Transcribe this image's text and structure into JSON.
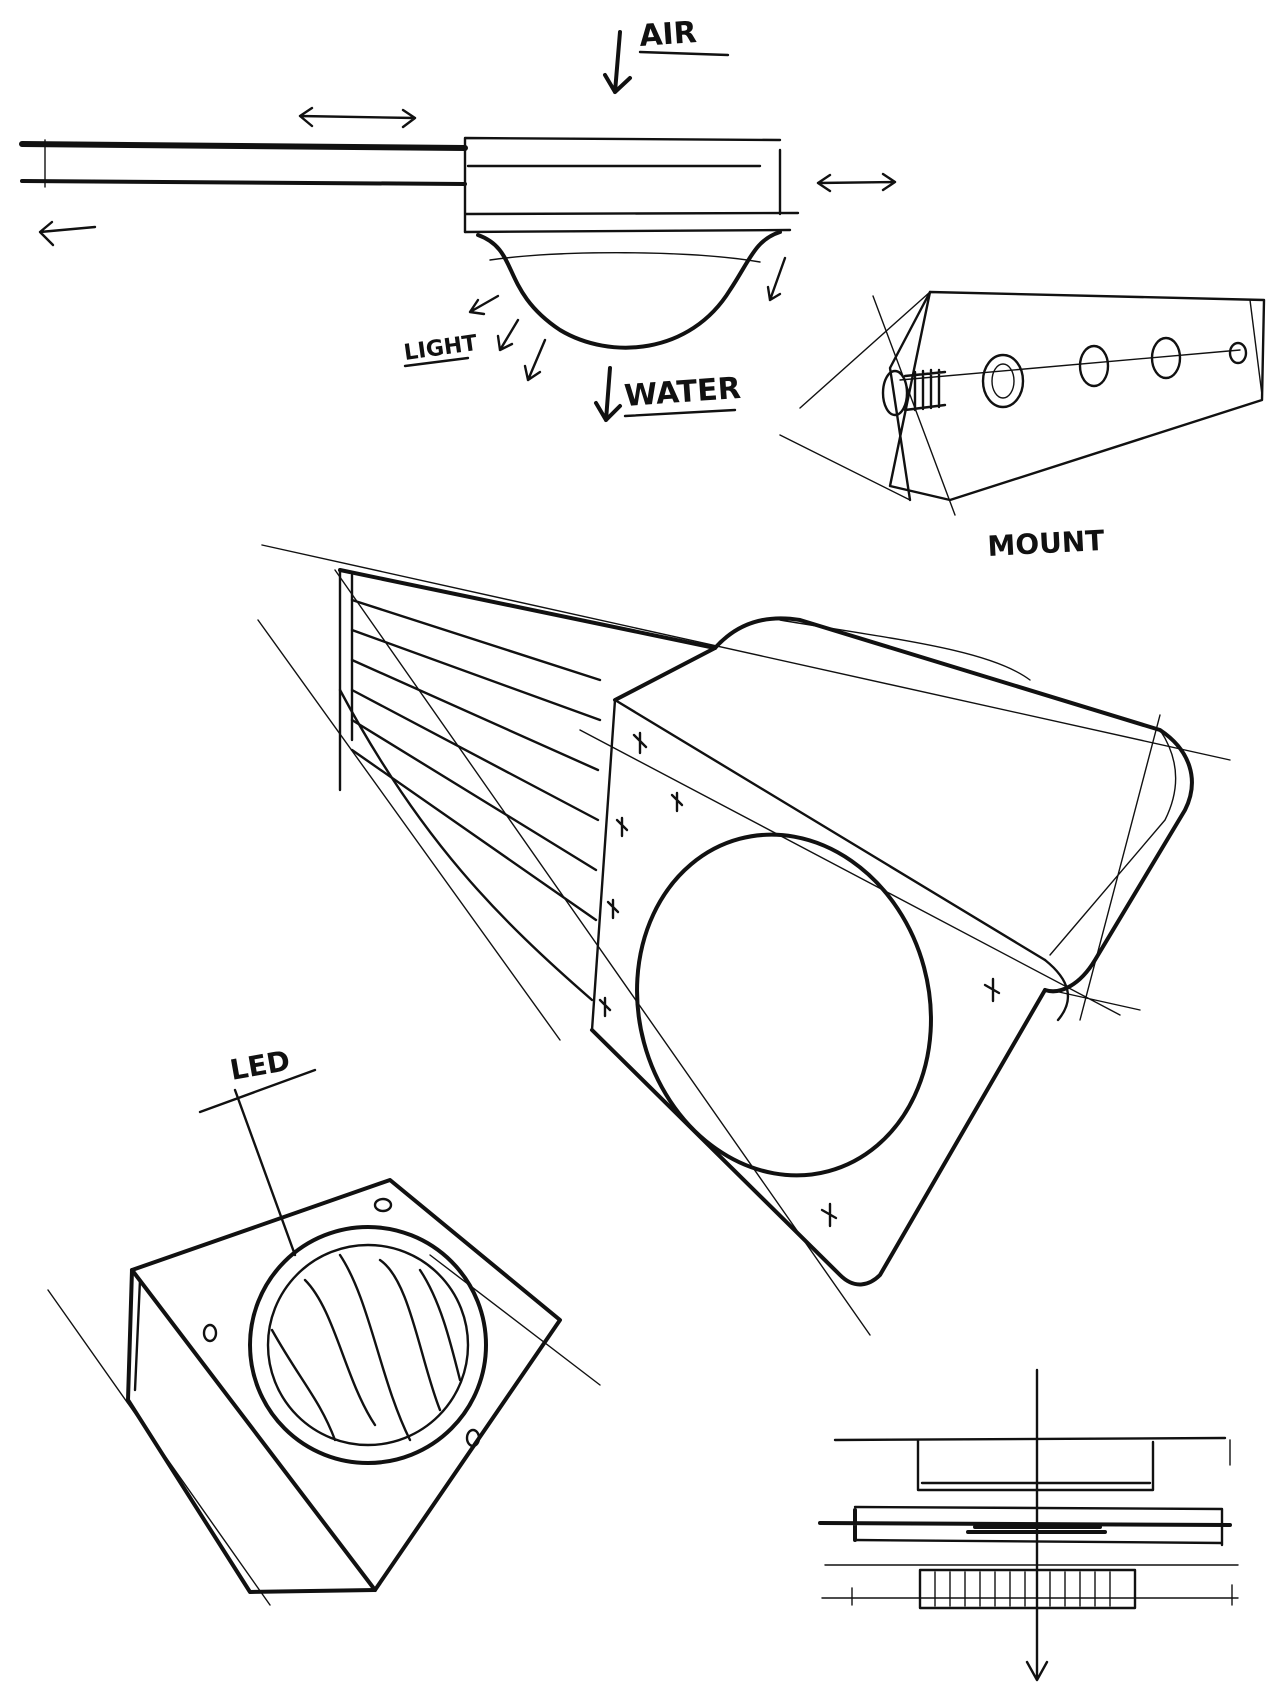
{
  "labels": {
    "air": "AIR",
    "light": "LIGHT",
    "water": "WATER",
    "mount": "MOUNT",
    "led": "LED"
  },
  "colors": {
    "ink": "#111111",
    "paper": "#ffffff"
  }
}
